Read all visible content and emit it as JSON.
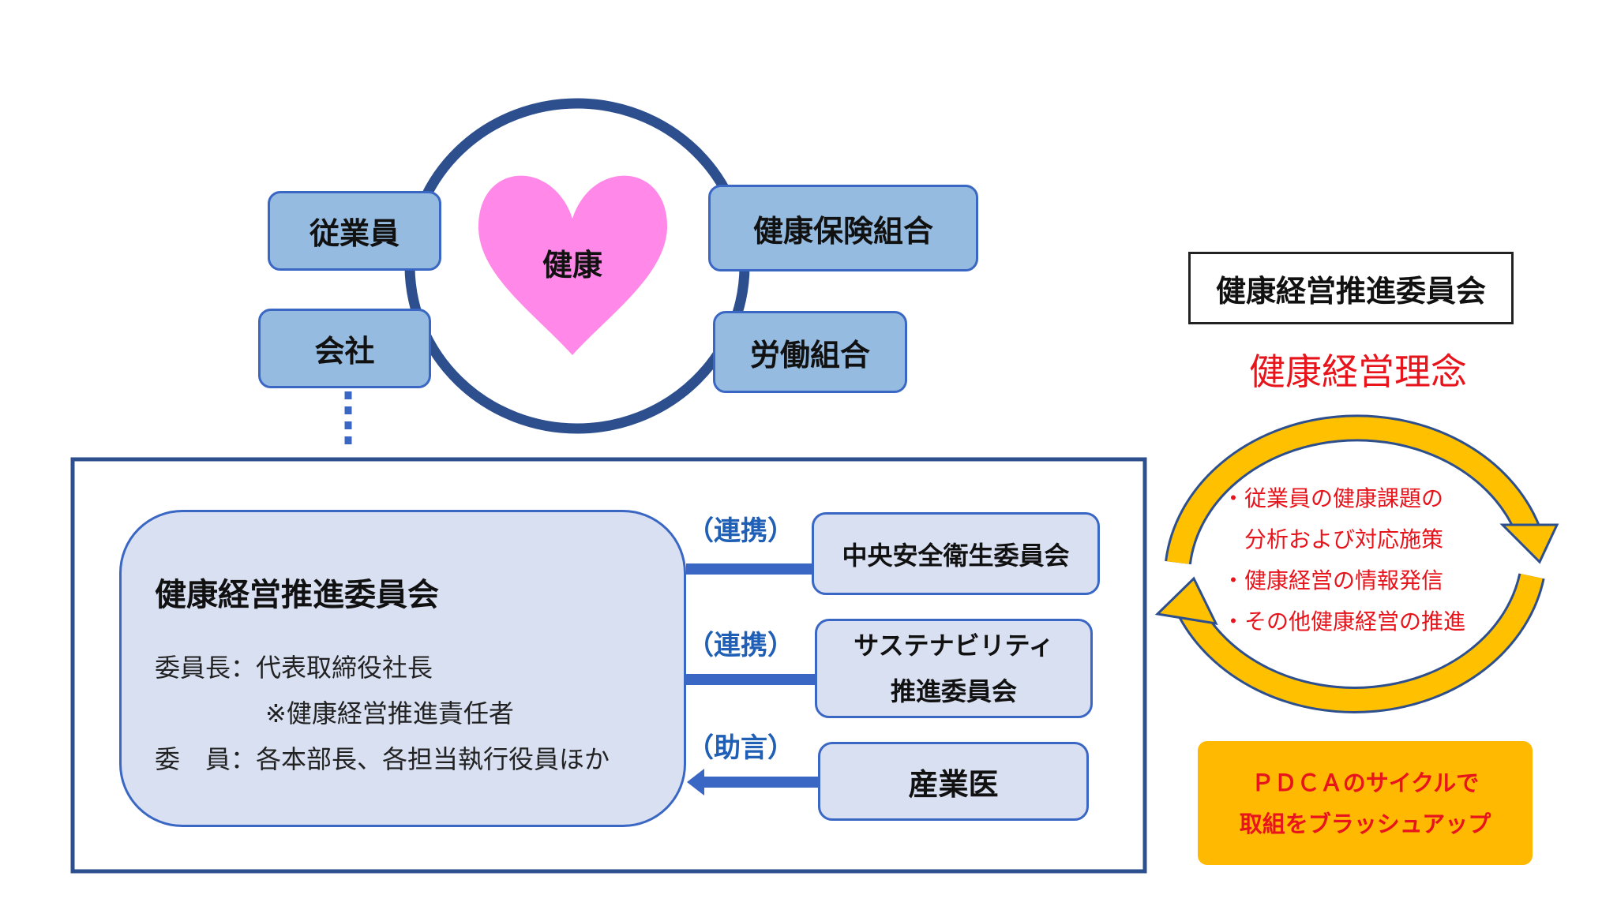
{
  "circle": {
    "center_label": "健康",
    "nodes": [
      "従業員",
      "会社",
      "健康保険組合",
      "労働組合"
    ]
  },
  "committee": {
    "title": "健康経営推進委員会",
    "lines": [
      "委員長：代表取締役社長",
      "※健康経営推進責任者",
      "委　員：各本部長、各担当執行役員ほか"
    ]
  },
  "partners": [
    {
      "relation": "（連携）",
      "name_lines": [
        "中央安全衛生委員会"
      ]
    },
    {
      "relation": "（連携）",
      "name_lines": [
        "サステナビリティ",
        "推進委員会"
      ]
    },
    {
      "relation": "（助言）",
      "name_lines": [
        "産業医"
      ]
    }
  ],
  "right_panel": {
    "box_title": "健康経営推進委員会",
    "philosophy": "健康経営理念",
    "bullets": [
      "・従業員の健康課題の",
      "　分析および対応施策",
      "・健康経営の情報発信",
      "・その他健康経営の推進"
    ],
    "pdca_lines": [
      "ＰＤＣＡのサイクルで",
      "取組をブラッシュアップ"
    ]
  },
  "colors": {
    "navy": "#2d4f8e",
    "node_fill": "#95bbe0",
    "heart": "#ff88e8",
    "accent_text": "#e8141c",
    "gold": "#ffc000"
  }
}
